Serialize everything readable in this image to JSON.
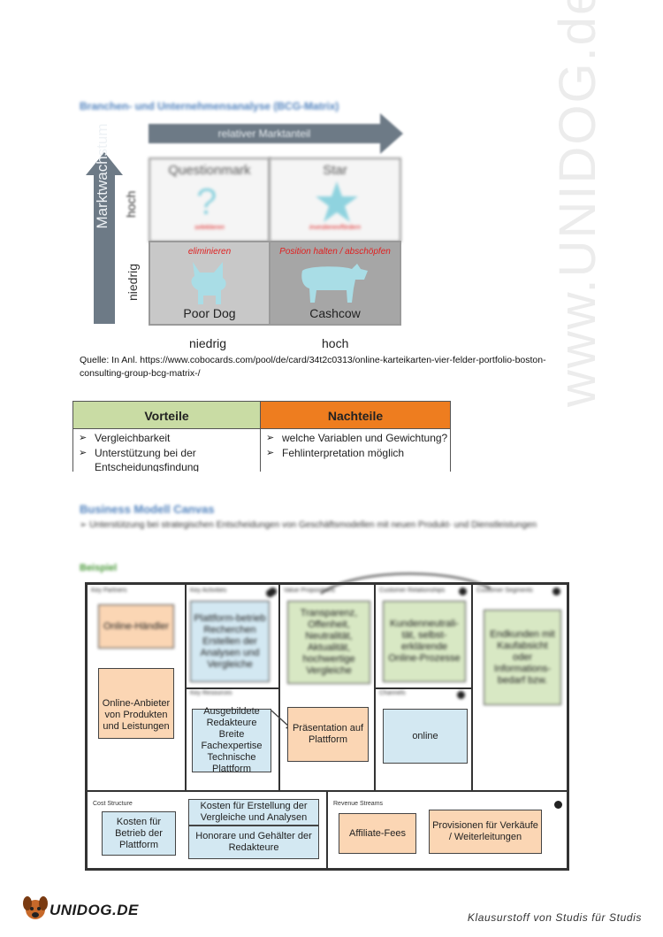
{
  "watermark": "www.UNIDOG.de",
  "bcg": {
    "heading": "Branchen- und Unternehmensanalyse (BCG-Matrix)",
    "x_arrow_label": "relativer Marktanteil",
    "y_arrow_label": "Marktwachstum",
    "row_high": "hoch",
    "row_low": "niedrig",
    "col_low": "niedrig",
    "col_high": "hoch",
    "cells": {
      "questionmark": {
        "title": "Questionmark",
        "icon": "question-mark-icon",
        "note": "selektieren"
      },
      "star": {
        "title": "Star",
        "icon": "star-icon",
        "note": "investieren/fördern"
      },
      "dog": {
        "title": "Poor Dog",
        "icon": "dog-icon",
        "note": "eliminieren"
      },
      "cashcow": {
        "title": "Cashcow",
        "icon": "cow-icon",
        "note": "Position halten / abschöpfen"
      }
    },
    "source": "Quelle: In Anl. https://www.cobocards.com/pool/de/card/34t2c0313/online-karteikarten-vier-felder-portfolio-boston-consulting-group-bcg-matrix-/"
  },
  "table": {
    "vorteile_header": "Vorteile",
    "nachteile_header": "Nachteile",
    "vorteile": [
      "Vergleichbarkeit",
      "Unterstützung bei der Entscheidungsfindung"
    ],
    "nachteile": [
      "welche Variablen und Gewichtung?",
      "Fehlinterpretation möglich"
    ]
  },
  "bmc": {
    "heading": "Business Modell Canvas",
    "bullet": "Unterstützung bei strategischen Entscheidungen von Geschäftsmodellen mit neuen Produkt- und Dienstleistungen",
    "example_label": "Beispiel",
    "sections": {
      "key_partners": "Key Partners",
      "key_activities": "Key Activities",
      "value_propositions": "Value Propositions",
      "customer_relationships": "Customer Relationships",
      "customer_segments": "Customer Segments",
      "key_resources": "Key Resources",
      "channels": "Channels",
      "cost_structure": "Cost Structure",
      "revenue_streams": "Revenue Streams"
    },
    "notes": {
      "online_haendler": "Online-Händler",
      "online_anbieter": "Online-Anbieter von Produkten und Leistungen",
      "plattform_betrieb": "Plattform-betrieb Recherchen Erstellen der Analysen und Vergleiche",
      "redakteure": "Ausgebildete Redakteure Breite Fachexpertise Technische Plattform",
      "transparenz": "Transparenz, Offenheit, Neutralität, Aktualität, hochwertige Vergleiche",
      "praesentation": "Präsentation auf Plattform",
      "kundenneutral": "Kundenneutrali-tät, selbst-erklärende Online-Prozesse",
      "online": "online",
      "endkunden": "Endkunden mit Kaufabsicht oder Informations-bedarf bzw.",
      "kosten_betrieb": "Kosten für Betrieb der Plattform",
      "kosten_vergleiche": "Kosten für Erstellung der Vergleiche und Analysen",
      "honorare": "Honorare und Gehälter der Redakteure",
      "affiliate": "Affiliate-Fees",
      "provisionen": "Provisionen für Verkäufe / Weiterleitungen"
    }
  },
  "footer": {
    "logo_text": "UNIDOG.DE",
    "tagline": "Klausurstoff von Studis für Studis"
  }
}
